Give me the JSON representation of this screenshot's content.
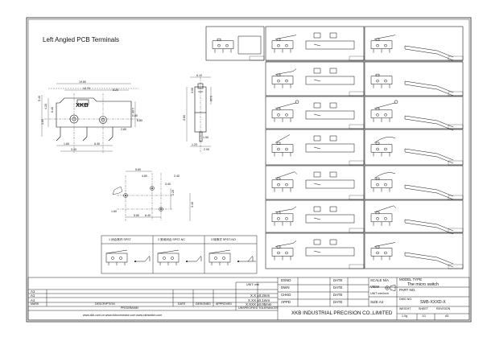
{
  "drawing": {
    "heading": "Left Angled PCB Terminals",
    "dims_front": [
      "19.80",
      "12.70",
      "8.20",
      "5.40",
      "4.20",
      "6.40",
      "1.60",
      "1.80",
      "0.80",
      "2.80",
      "1.60",
      "6.40",
      "3.40",
      "6.80"
    ],
    "dims_side": [
      "6.10",
      "3.00",
      "3.10",
      "0.60",
      "1.50",
      "1.20",
      "2.90"
    ],
    "dims_pcb": [
      "5.60",
      "4.80",
      "5.80",
      "6.40",
      "2.20",
      "3.40",
      "2.40",
      "3.40",
      "1.60"
    ],
    "wiring_labels": [
      "1 闭合常开 SPST",
      "2 常闭闭合 SPST-NC",
      "3 转换式 SPDT-NO"
    ]
  },
  "revisions": {
    "rows": [
      "A1",
      "A1",
      "A1"
    ],
    "labels": {
      "mark": "MARK",
      "description": "DESCRIPTION",
      "date": "DATE",
      "designed": "DESIGNED",
      "approved": "APPROVED"
    },
    "sub_label": "PROGRAMM",
    "site_links": "www.xkb.com.cn     www.xkbconnector.com     www.xkbswitch.com"
  },
  "tolerance": {
    "header": "UNIT: mm",
    "rows": [
      "X.X ±0.2mm",
      "X.XX ±0.1mm",
      "X.XXX ±0.05mm"
    ],
    "note": "UNSPECIFIED TOLERANCES"
  },
  "title_block": {
    "dsnd": "DSND",
    "date": "DATE",
    "dwn": "DWN",
    "chkd": "CHKD",
    "appd": "APPD",
    "scale": "SCALE N/A",
    "view": "VIEW",
    "unit": "UNIT mm/inch",
    "size": "SIZE A4",
    "model_label": "MODEL TYPE",
    "model_name": "The micro switch",
    "part_no": "PART NO.",
    "dwg_no_label": "DWG NO.",
    "dwg_no": "SM5-XXXD-X",
    "company": "XKB INDUSTRIAL PRECISION CO.,LIMITED",
    "weight_label": "WEIGHT",
    "weight": "1.0g",
    "sheet_label": "SHEET",
    "sheet": "1/1",
    "rev_label": "REVISION",
    "rev": "A5"
  }
}
